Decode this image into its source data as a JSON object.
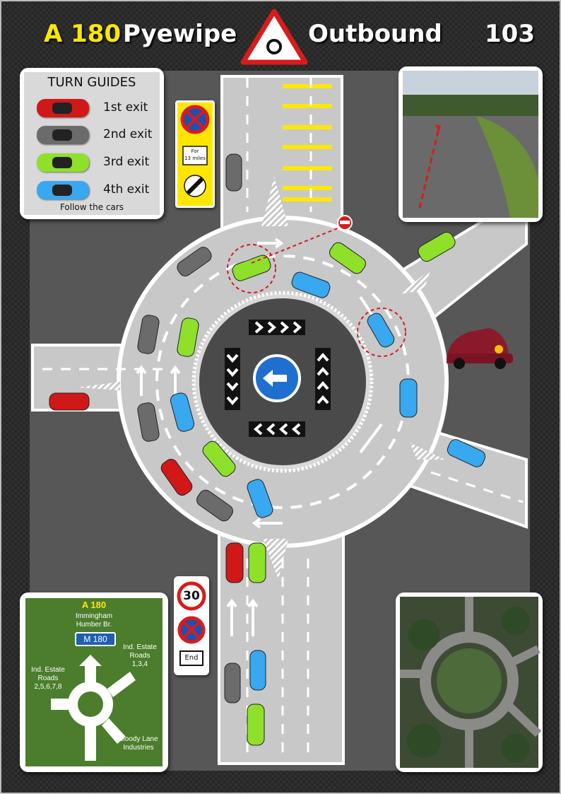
{
  "header": {
    "road_number": "A 180",
    "road_name": "Pyewipe",
    "direction": "Outbound",
    "route_id": "103"
  },
  "legend": {
    "title": "TURN GUIDES",
    "items": [
      {
        "label": "1st exit",
        "color": "#d01818"
      },
      {
        "label": "2nd exit",
        "color": "#6b6b6b"
      },
      {
        "label": "3rd exit",
        "color": "#8ee02a"
      },
      {
        "label": "4th exit",
        "color": "#38a8f0"
      }
    ],
    "footer": "Follow the cars"
  },
  "signs": {
    "clearway_plate_line1": "For",
    "clearway_plate_line2": "13 miles",
    "speed_limit": "30",
    "end_plate": "End"
  },
  "route_map": {
    "top_road": "A 180",
    "top_dest_1": "Immingham",
    "top_dest_2": "Humber Br.",
    "motorway": "M 180",
    "right_dest_1": "Ind. Estate",
    "right_dest_2": "Roads",
    "right_dest_3": "1,3,4",
    "left_dest_1": "Ind. Estate",
    "left_dest_2": "Roads",
    "left_dest_3": "2,5,6,7,8",
    "bottom_dest_1": "Moody Lane",
    "bottom_dest_2": "Industries"
  },
  "colors": {
    "page_bg": "#262626",
    "tarmac": "#575757",
    "road": "#c8c8c8",
    "island": "#4a4a4a",
    "hatch_yellow": "#ffe800",
    "arrow_sign_blue": "#1f6fd0"
  },
  "icons": {
    "warning": "roundabout-warning-icon",
    "no_entry": "no-entry-icon",
    "no_stopping": "no-stopping-icon",
    "keep_left": "turn-left-arrow-icon"
  }
}
